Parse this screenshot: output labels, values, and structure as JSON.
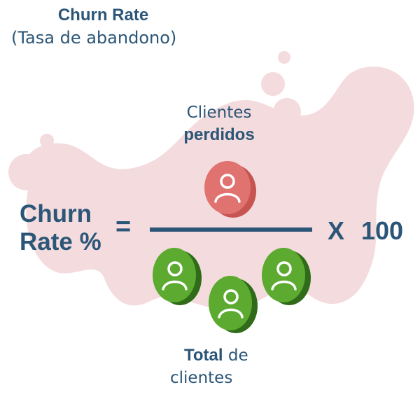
{
  "title": "Churn Rate",
  "subtitle": "(Tasa de abandono)",
  "formula": {
    "lhs_line1": "Churn",
    "lhs_line2": "Rate %",
    "equals": "=",
    "times": "X",
    "multiplier": "100"
  },
  "numerator": {
    "label_normal": "Clientes",
    "label_bold": "perdidos",
    "icon": "user-coin-red-icon"
  },
  "denominator": {
    "label_bold": "Total",
    "label_normal_1": "de",
    "label_normal_2": "clientes",
    "icons": [
      "user-coin-green-icon",
      "user-coin-green-icon",
      "user-coin-green-icon"
    ]
  },
  "colors": {
    "text": "#2b5677",
    "blob": "#f4dbdd",
    "red": "#e0726f",
    "green": "#5caa2f",
    "green_dark": "#2f6b18",
    "line": "#2b5677"
  }
}
